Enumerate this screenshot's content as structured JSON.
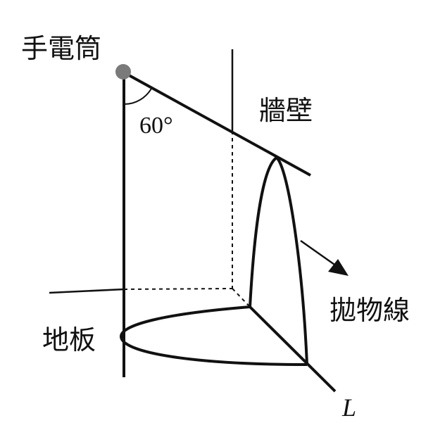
{
  "labels": {
    "flashlight": "手電筒",
    "wall": "牆壁",
    "angle": "60°",
    "parabola": "拋物線",
    "floor": "地板",
    "line_L": "L"
  },
  "colors": {
    "ink": "#111111",
    "light_dot": "#7a7a7a"
  }
}
